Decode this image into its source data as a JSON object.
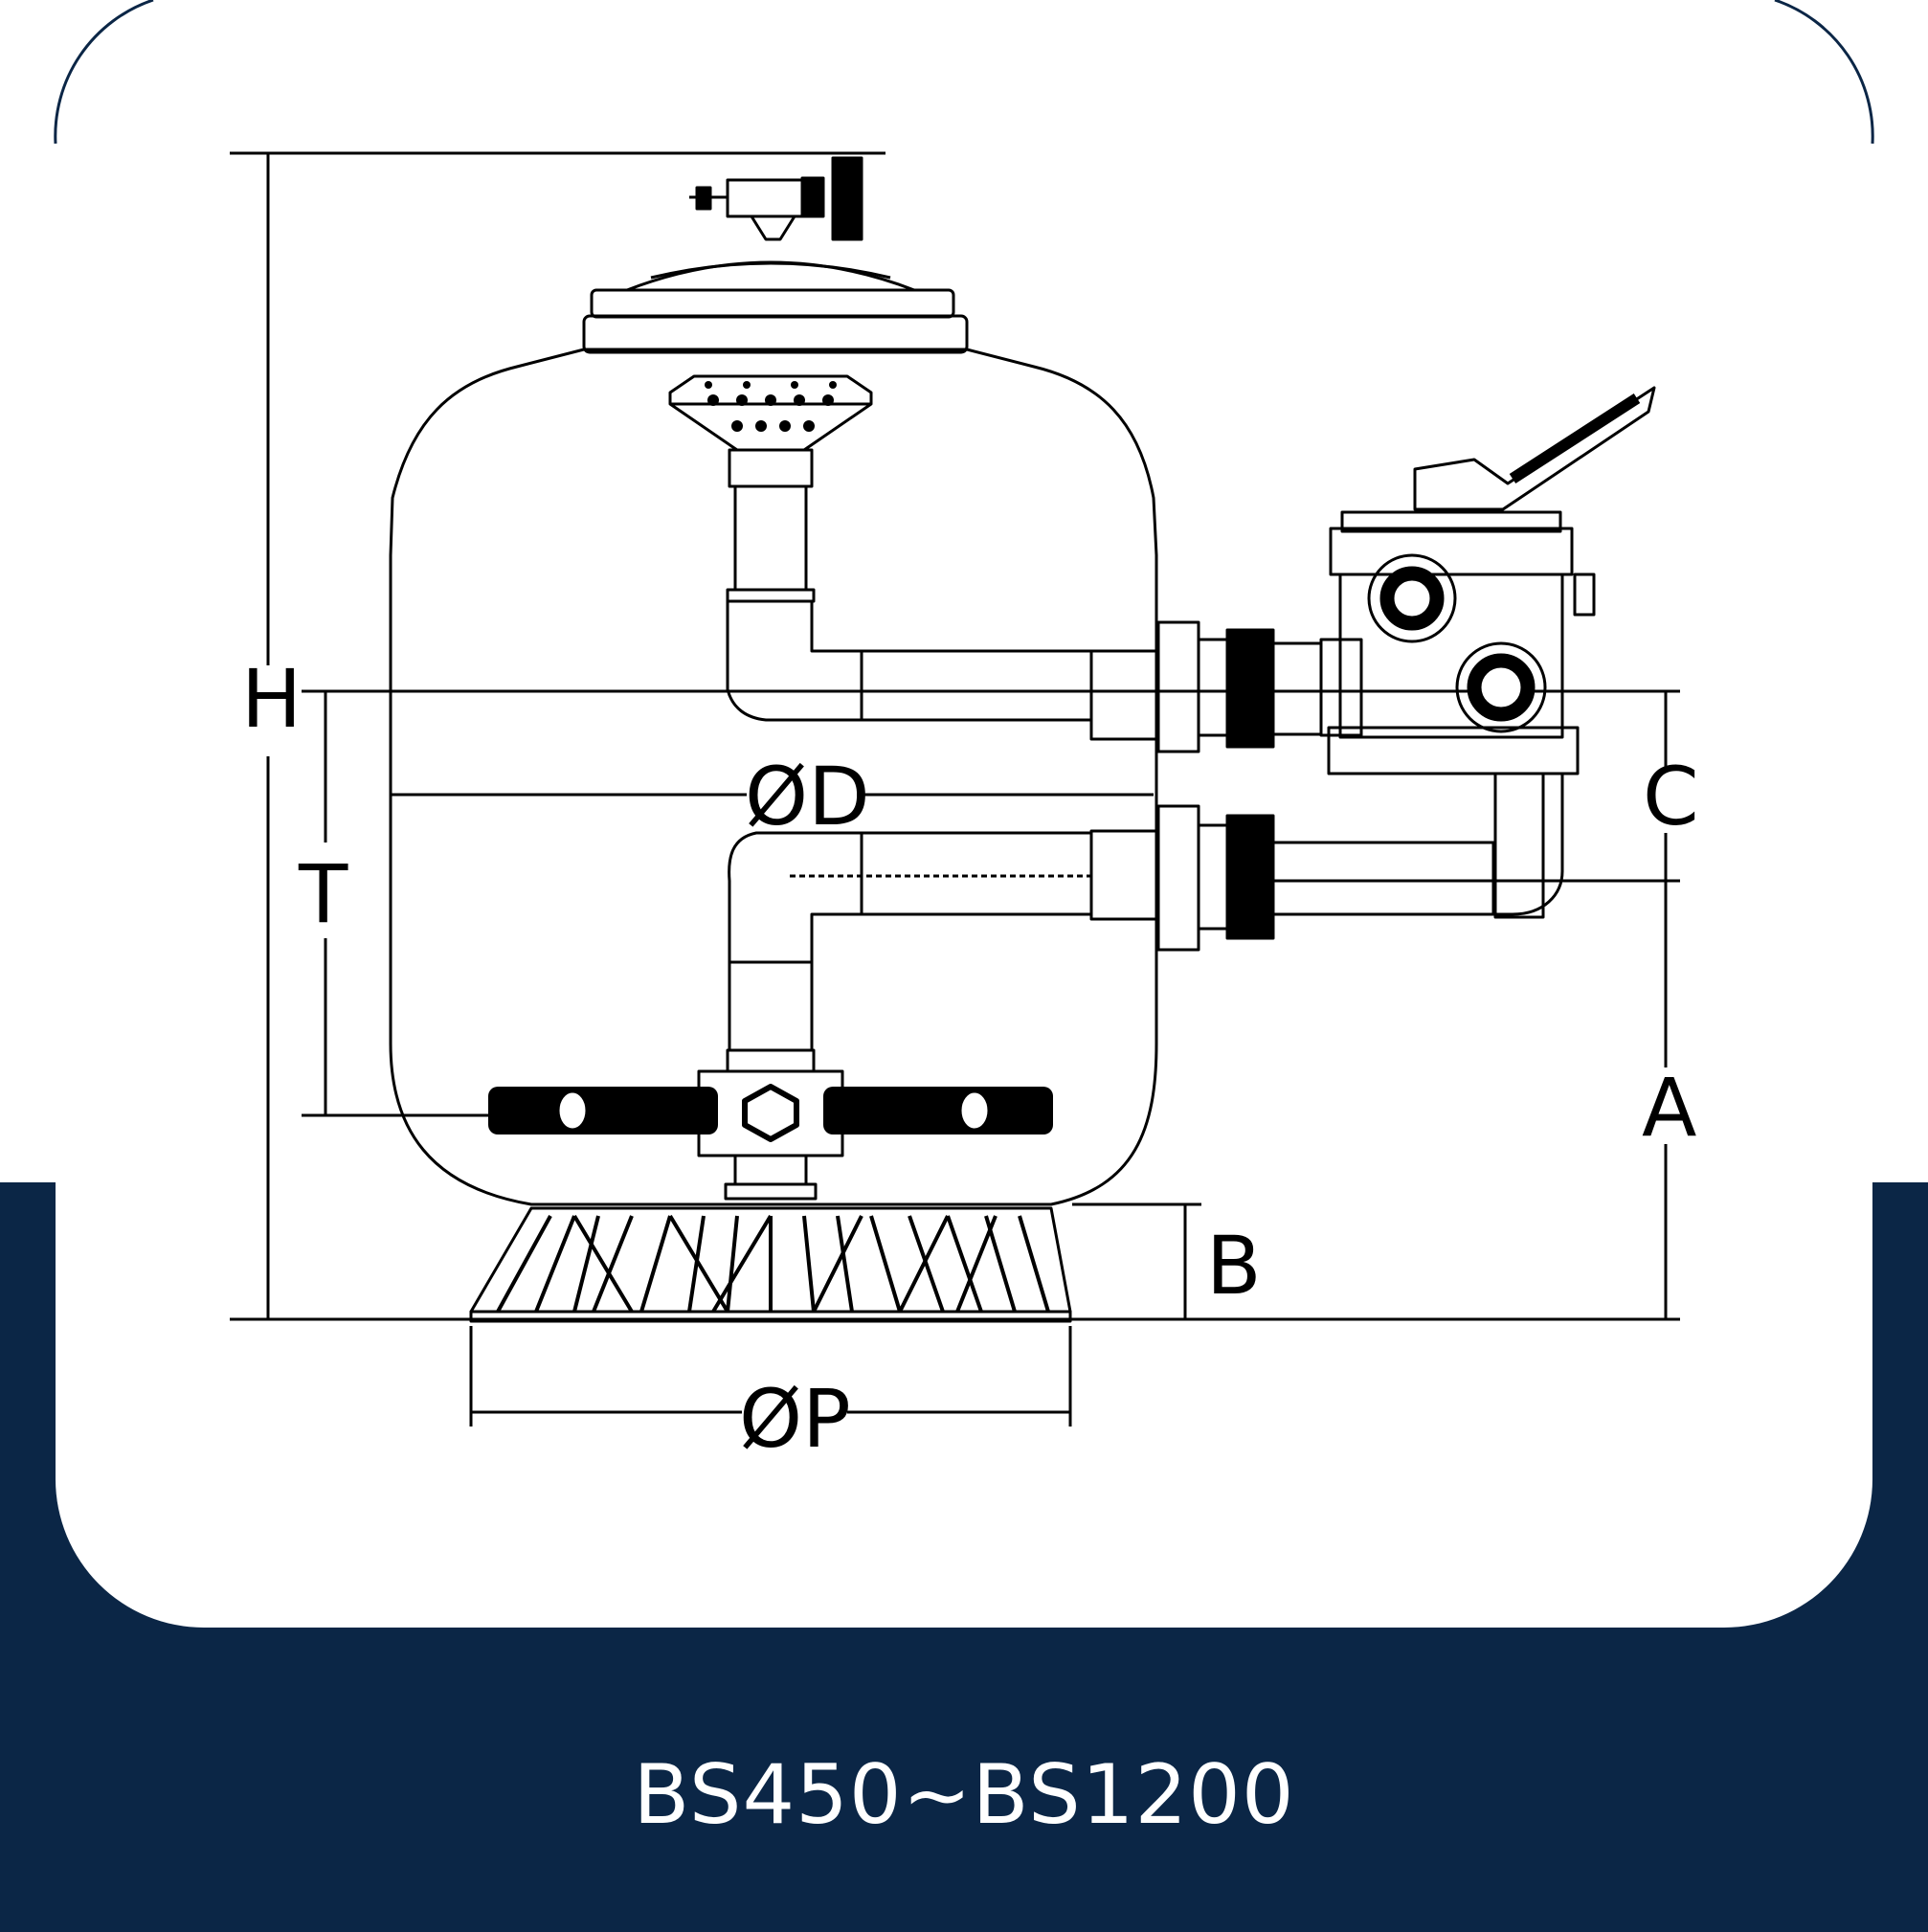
{
  "colors": {
    "navy": "#0b2646",
    "card": "#ffffff",
    "line": "#000000"
  },
  "dimensions": {
    "H": "H",
    "T": "T",
    "D": "ØD",
    "C": "C",
    "A": "A",
    "B": "B",
    "P": "ØP"
  },
  "model_range": "BS450~BS1200"
}
